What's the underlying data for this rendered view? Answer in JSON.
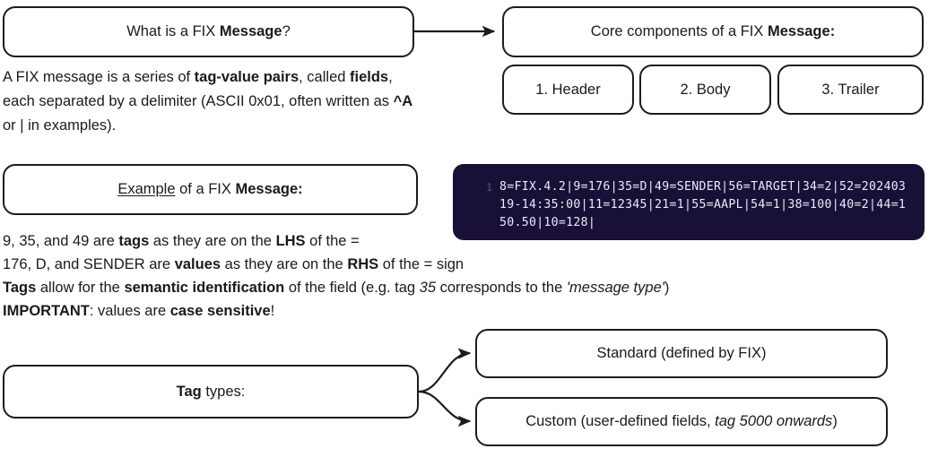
{
  "nodes": {
    "what_is": {
      "label_plain": "What is a FIX ",
      "label_bold": "Message",
      "label_tail": "?"
    },
    "core_components": {
      "label_plain": "Core components of a FIX ",
      "label_bold": "Message:"
    },
    "component_boxes": [
      {
        "label": "1. Header"
      },
      {
        "label": "2. Body"
      },
      {
        "label": "3. Trailer"
      }
    ],
    "example": {
      "label_underline": "Example",
      "label_plain": " of a FIX ",
      "label_bold": "Message:"
    },
    "tag_types": {
      "label_bold": "Tag",
      "label_plain": " types:"
    },
    "tag_type_boxes": [
      {
        "label": "Standard (defined by FIX)"
      },
      {
        "label_plain": "Custom (user-defined fields, ",
        "label_italic": "tag 5000 onwards",
        "label_tail": ")"
      }
    ]
  },
  "paragraphs": {
    "definition": {
      "seg1": "A FIX message is a series of ",
      "bold1": "tag-value pairs",
      "seg2": ", called ",
      "bold2": "fields",
      "seg3": ", each separated by a delimiter (ASCII 0x01, often written as ",
      "bold3": "^A",
      "seg4": " or | in examples)."
    },
    "bullets": [
      {
        "seg1": "9, 35, and 49 are ",
        "bold1": "tags",
        "seg2": " as they are on the ",
        "bold2": "LHS",
        "seg3": " of the ="
      },
      {
        "seg1": "176, D, and SENDER are ",
        "bold1": "values",
        "seg2": " as they are on the ",
        "bold2": "RHS",
        "seg3": " of the = sign"
      },
      {
        "bold1": "Tags",
        "seg2": " allow for the ",
        "bold2": "semantic identification",
        "seg3": " of the field (e.g. tag ",
        "italic1": "35",
        "seg4": " corresponds to the ",
        "italic2": "'message type'",
        "seg5": ")"
      },
      {
        "bold1": "IMPORTANT",
        "seg2": ": values are ",
        "bold2": "case sensitive",
        "seg3": "!"
      }
    ]
  },
  "code": {
    "line_number": "1",
    "content": "8=FIX.4.2|9=176|35=D|49=SENDER|56=TARGET|34=2|52=20240319-14:35:00|11=12345|21=1|55=AAPL|54=1|38=100|40=2|44=150.50|10=128|"
  },
  "colors": {
    "background": "#ffffff",
    "text": "#1a1a1a",
    "border": "#1c1c1c",
    "code_background": "#191037",
    "code_text": "#eceafc",
    "code_gutter_text": "#5a5282"
  }
}
